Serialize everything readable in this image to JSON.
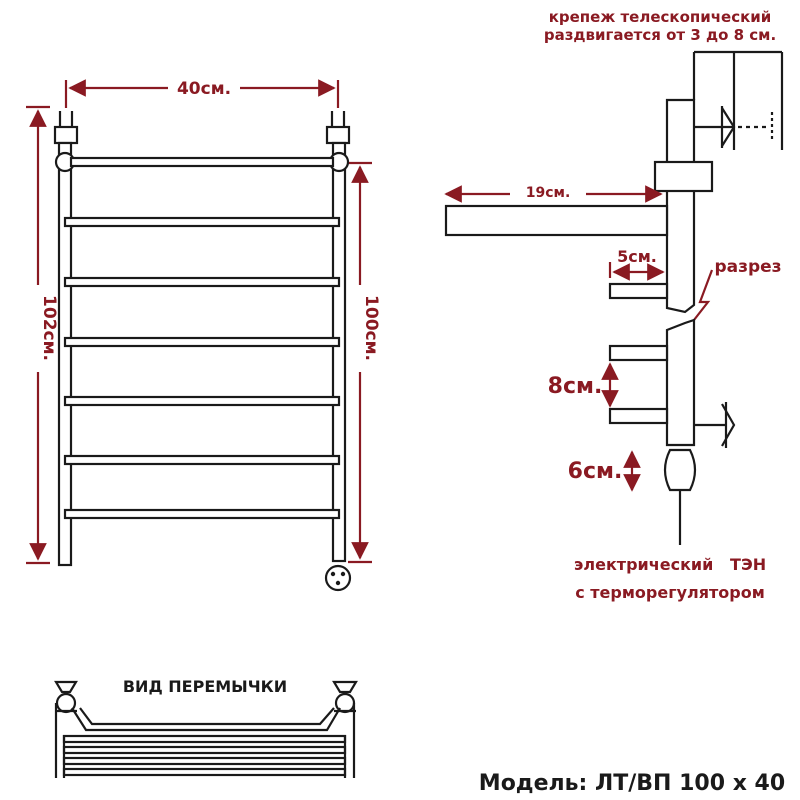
{
  "front_view": {
    "width_label": "40см.",
    "total_height_label": "102см.",
    "rail_height_label": "100см."
  },
  "side_view": {
    "mount_label_line1": "крепеж телескопический",
    "mount_label_line2": "раздвигается от 3 до 8 см.",
    "depth_label": "19см.",
    "stub_label": "5см.",
    "section_label": "разрез",
    "offset_label": "8см.",
    "heater_label": "6см.",
    "heater_desc_line1": "электрический   ТЭН",
    "heater_desc_line2": "с терморегулятором"
  },
  "jumper_view": {
    "title": "ВИД ПЕРЕМЫЧКИ"
  },
  "model": {
    "label": "Модель: ЛТ/ВП 100 х 40"
  },
  "colors": {
    "dimension": "#8a1a22",
    "outline": "#1a1a1a"
  }
}
